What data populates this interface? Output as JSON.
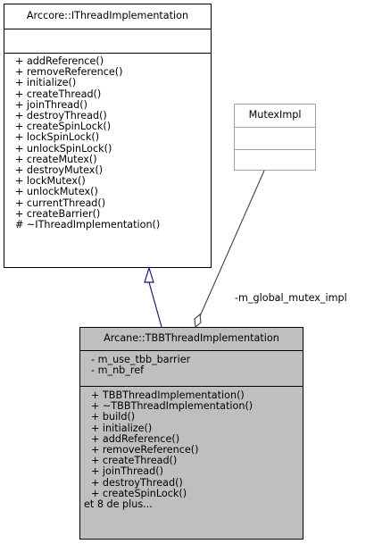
{
  "iface": {
    "title": "Arccore::IThreadImplementation",
    "methods": [
      "+ addReference()",
      "+ removeReference()",
      "+ initialize()",
      "+ createThread()",
      "+ joinThread()",
      "+ destroyThread()",
      "+ createSpinLock()",
      "+ lockSpinLock()",
      "+ unlockSpinLock()",
      "+ createMutex()",
      "+ destroyMutex()",
      "+ lockMutex()",
      "+ unlockMutex()",
      "+ currentThread()",
      "+ createBarrier()",
      "# ~IThreadImplementation()"
    ]
  },
  "mutex": {
    "title": "MutexImpl"
  },
  "tbb": {
    "title": "Arcane::TBBThreadImplementation",
    "attributes": [
      "- m_use_tbb_barrier",
      "- m_nb_ref"
    ],
    "methods": [
      "+ TBBThreadImplementation()",
      "+ ~TBBThreadImplementation()",
      "+ build()",
      "+ initialize()",
      "+ addReference()",
      "+ removeReference()",
      "+ createThread()",
      "+ joinThread()",
      "+ destroyThread()",
      "+ createSpinLock()"
    ],
    "more": "et 8 de plus..."
  },
  "edges": {
    "mutex_label": "-m_global_mutex_impl"
  },
  "colors": {
    "inheritance_arrow": "#191970",
    "shaded_fill": "#bfbfbf",
    "muted_border": "#a0a0a0"
  }
}
